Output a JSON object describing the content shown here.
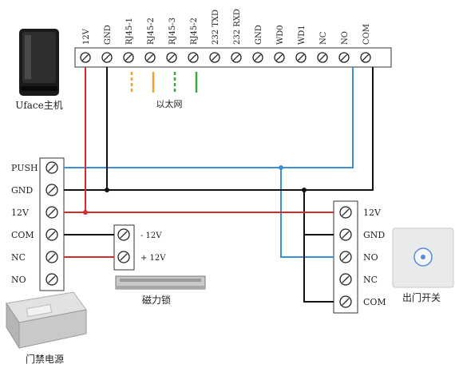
{
  "top_block": {
    "terminals": [
      "12V",
      "GND",
      "RJ45-1",
      "RJ45-2",
      "RJ45-3",
      "RJ45-2",
      "232 TXD",
      "232 RXD",
      "GND",
      "WD0",
      "WD1",
      "NC",
      "NO",
      "COM"
    ]
  },
  "uface": {
    "label": "Uface主机"
  },
  "ethernet": {
    "label": "以太网"
  },
  "power_supply": {
    "terminals": [
      "PUSH",
      "GND",
      "12V",
      "COM",
      "NC",
      "NO"
    ],
    "label": "门禁电源"
  },
  "maglock": {
    "terminals": [
      "- 12V",
      "+ 12V"
    ],
    "label": "磁力锁"
  },
  "exit_button": {
    "terminals": [
      "12V",
      "GND",
      "NO",
      "NC",
      "COM"
    ],
    "label": "出门开关"
  },
  "colors": {
    "red": "#d42b2b",
    "black": "#111111",
    "blue": "#3d8fd4",
    "orange": "#f0a030",
    "green": "#3aa83a"
  }
}
